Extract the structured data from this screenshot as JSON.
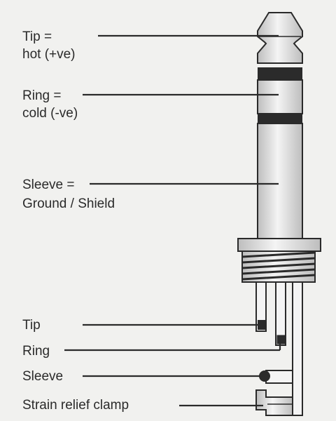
{
  "labels": {
    "tip_top_line1": "Tip =",
    "tip_top_line2": "hot (+ve)",
    "ring_top_line1": "Ring =",
    "ring_top_line2": "cold (-ve)",
    "sleeve_top_line1": "Sleeve =",
    "sleeve_top_line2": "Ground / Shield",
    "tip_terminal": "Tip",
    "ring_terminal": "Ring",
    "sleeve_terminal": "Sleeve",
    "strain_relief": "Strain relief clamp"
  },
  "colors": {
    "background": "#f1f1ef",
    "ink": "#2a2a2a",
    "metal_light": "#ececec",
    "metal_shade": "#bdbdbd",
    "insulator": "#2b2b2b"
  }
}
